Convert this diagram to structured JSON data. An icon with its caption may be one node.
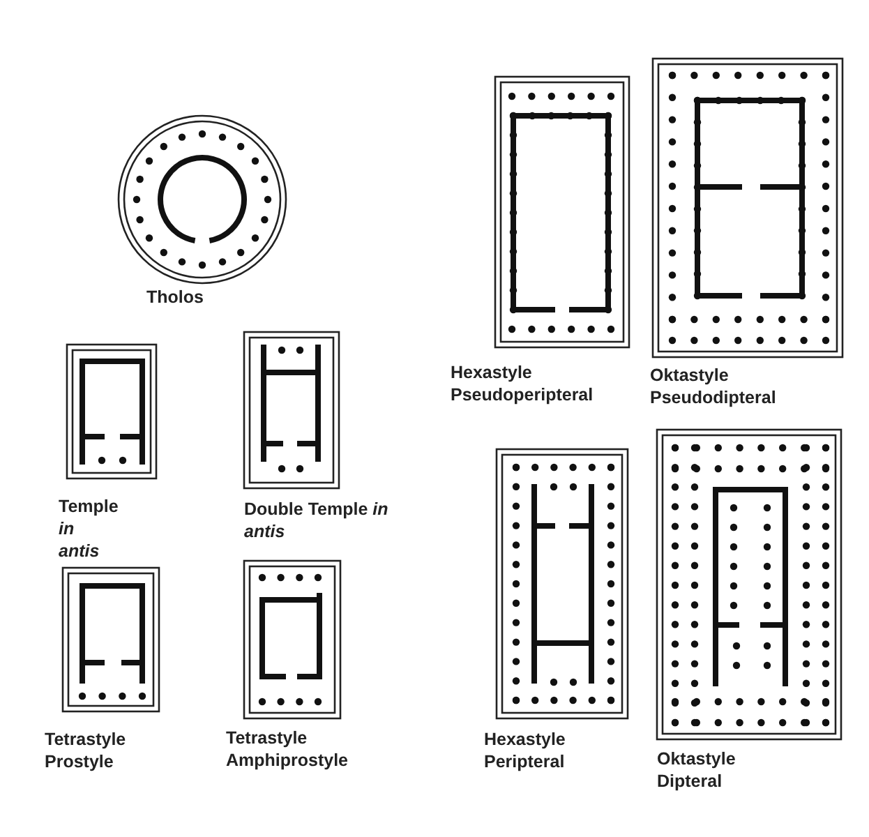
{
  "diagram": {
    "labels": [
      "Tholos",
      "Temple *in antis*",
      "Double Temple *in antis*",
      "Hexastyle Pseudoperipteral",
      "Oktastyle Pseudodipteral",
      "Tetrastyle Prostyle",
      "Tetrastyle Amphiprostyle",
      "Hexastyle Peripteral",
      "Oktastyle Dipteral"
    ]
  }
}
